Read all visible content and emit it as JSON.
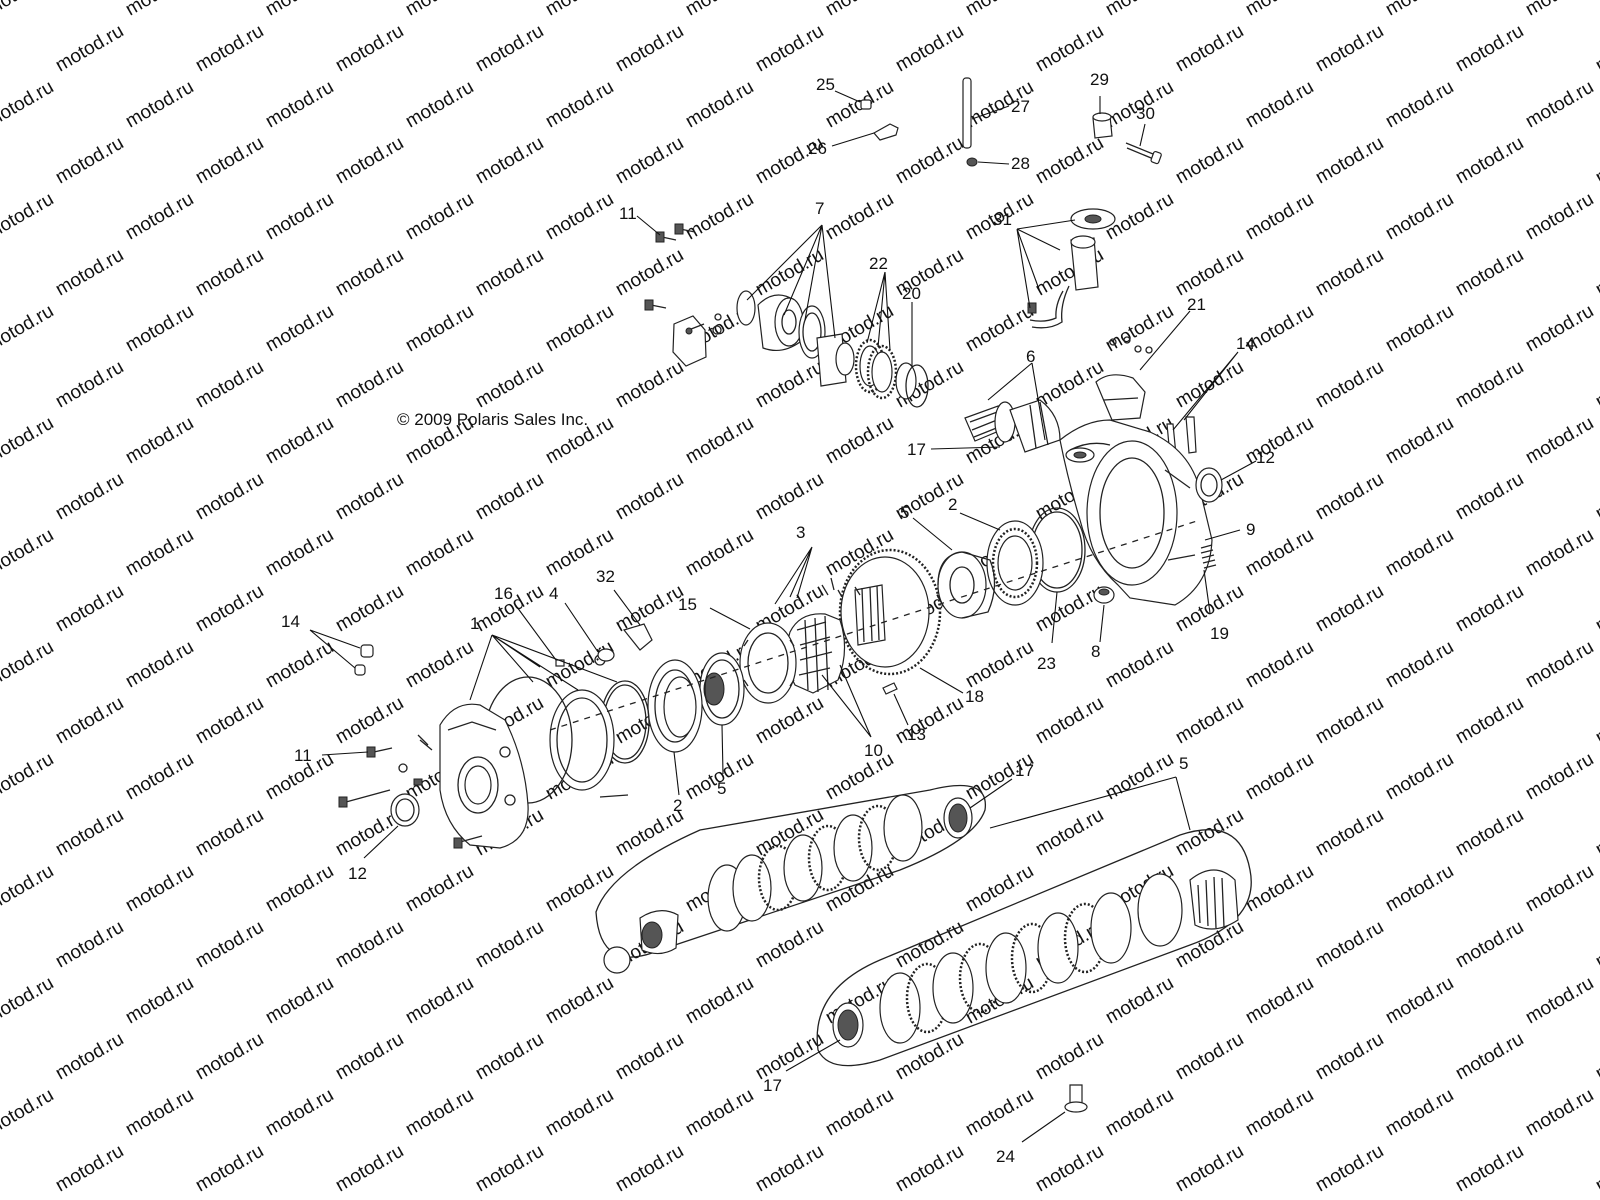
{
  "watermark": "motod.ru",
  "copyright": "© 2009 Polaris Sales Inc.",
  "labels": [
    {
      "id": "l25",
      "text": "25"
    },
    {
      "id": "l26",
      "text": "26"
    },
    {
      "id": "l27",
      "text": "27"
    },
    {
      "id": "l28",
      "text": "28"
    },
    {
      "id": "l29",
      "text": "29"
    },
    {
      "id": "l30",
      "text": "30"
    },
    {
      "id": "l11a",
      "text": "11"
    },
    {
      "id": "l7",
      "text": "7"
    },
    {
      "id": "l22",
      "text": "22"
    },
    {
      "id": "l20",
      "text": "20"
    },
    {
      "id": "l31",
      "text": "31"
    },
    {
      "id": "l21",
      "text": "21"
    },
    {
      "id": "l14a",
      "text": "14"
    },
    {
      "id": "l6",
      "text": "6"
    },
    {
      "id": "l17a",
      "text": "17"
    },
    {
      "id": "l12a",
      "text": "12"
    },
    {
      "id": "l9",
      "text": "9"
    },
    {
      "id": "l5a",
      "text": "5"
    },
    {
      "id": "l2a",
      "text": "2"
    },
    {
      "id": "l3",
      "text": "3"
    },
    {
      "id": "l19",
      "text": "19"
    },
    {
      "id": "l8",
      "text": "8"
    },
    {
      "id": "l23",
      "text": "23"
    },
    {
      "id": "l18",
      "text": "18"
    },
    {
      "id": "l13",
      "text": "13"
    },
    {
      "id": "l10",
      "text": "10"
    },
    {
      "id": "l15",
      "text": "15"
    },
    {
      "id": "l32",
      "text": "32"
    },
    {
      "id": "l16",
      "text": "16"
    },
    {
      "id": "l4",
      "text": "4"
    },
    {
      "id": "l1",
      "text": "1"
    },
    {
      "id": "l14b",
      "text": "14"
    },
    {
      "id": "l11b",
      "text": "11"
    },
    {
      "id": "l12b",
      "text": "12"
    },
    {
      "id": "l2b",
      "text": "2"
    },
    {
      "id": "l5b",
      "text": "5"
    },
    {
      "id": "l17b",
      "text": "17"
    },
    {
      "id": "l5c",
      "text": "5"
    },
    {
      "id": "l17c",
      "text": "17"
    },
    {
      "id": "l24",
      "text": "24"
    }
  ]
}
